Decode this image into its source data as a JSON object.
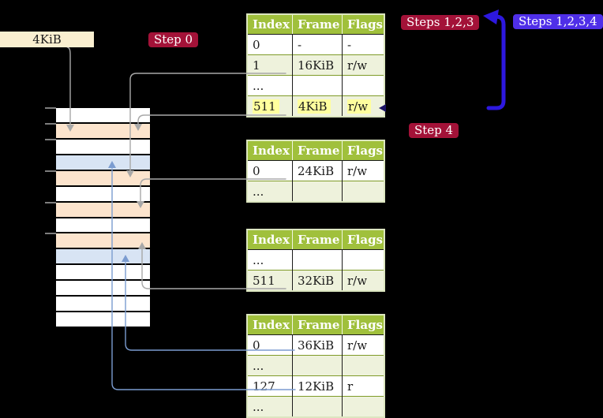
{
  "frame_size_label": {
    "text": "4KiB"
  },
  "step_badges": {
    "step0": "Step 0",
    "steps123": "Steps 1,2,3",
    "steps1234": "Steps 1,2,3,4",
    "step4": "Step 4"
  },
  "colors": {
    "badge_red": "#A31238",
    "badge_blue": "#4F2FE8",
    "thick_arrow_blue": "#2D18DF",
    "table_header_green": "#A0C03C",
    "table_row_alt_green": "#EEF2DC",
    "row_highlight_yellow": "#FFFF9E",
    "frame_page_table": "#FCE4CD",
    "frame_mapped_page": "#D8E4F4",
    "frame_empty": "#FFFFFF",
    "wheat_label_bg": "#FAEFD0",
    "gray_arrow": "#A8A8A8",
    "blue_connector": "#7B9CD0"
  },
  "memory_column": {
    "frames": [
      "empty",
      "page-table",
      "empty",
      "mapped-page",
      "page-table",
      "empty",
      "page-table",
      "empty",
      "page-table",
      "mapped-page",
      "empty",
      "empty",
      "empty",
      "empty"
    ]
  },
  "page_tables": [
    {
      "name": "table-1",
      "headers": [
        "Index",
        "Frame",
        "Flags"
      ],
      "rows": [
        {
          "cells": [
            "0",
            "-",
            "-"
          ],
          "highlight": false
        },
        {
          "cells": [
            "1",
            "16KiB",
            "r/w"
          ],
          "highlight": false
        },
        {
          "cells": [
            "...",
            "",
            ""
          ],
          "highlight": false
        },
        {
          "cells": [
            "511",
            "4KiB",
            "r/w"
          ],
          "highlight": true
        }
      ]
    },
    {
      "name": "table-2",
      "headers": [
        "Index",
        "Frame",
        "Flags"
      ],
      "rows": [
        {
          "cells": [
            "0",
            "24KiB",
            "r/w"
          ],
          "highlight": false
        },
        {
          "cells": [
            "...",
            "",
            ""
          ],
          "highlight": false
        }
      ]
    },
    {
      "name": "table-3",
      "headers": [
        "Index",
        "Frame",
        "Flags"
      ],
      "rows": [
        {
          "cells": [
            "...",
            "",
            ""
          ],
          "highlight": false
        },
        {
          "cells": [
            "511",
            "32KiB",
            "r/w"
          ],
          "highlight": false
        }
      ]
    },
    {
      "name": "table-4",
      "headers": [
        "Index",
        "Frame",
        "Flags"
      ],
      "rows": [
        {
          "cells": [
            "0",
            "36KiB",
            "r/w"
          ],
          "highlight": false
        },
        {
          "cells": [
            "...",
            "",
            ""
          ],
          "highlight": false
        },
        {
          "cells": [
            "127",
            "12KiB",
            "r"
          ],
          "highlight": false
        },
        {
          "cells": [
            "...",
            "",
            ""
          ],
          "highlight": false
        }
      ]
    }
  ],
  "connectors": [
    {
      "id": "label-to-4kib-frame",
      "color": "gray"
    },
    {
      "id": "t1-entry1-to-16kib-frame",
      "color": "gray"
    },
    {
      "id": "t1-entry511-to-4kib-frame",
      "color": "gray"
    },
    {
      "id": "t2-entry0-to-24kib-frame",
      "color": "gray"
    },
    {
      "id": "t3-entry511-to-32kib-frame",
      "color": "gray"
    },
    {
      "id": "t4-entry0-to-36kib-frame",
      "color": "blue"
    },
    {
      "id": "t4-entry127-to-12kib-frame",
      "color": "blue"
    },
    {
      "id": "loopback-steps-arrow",
      "color": "thick"
    },
    {
      "id": "entry511-pointer-mark",
      "color": "dark"
    }
  ]
}
